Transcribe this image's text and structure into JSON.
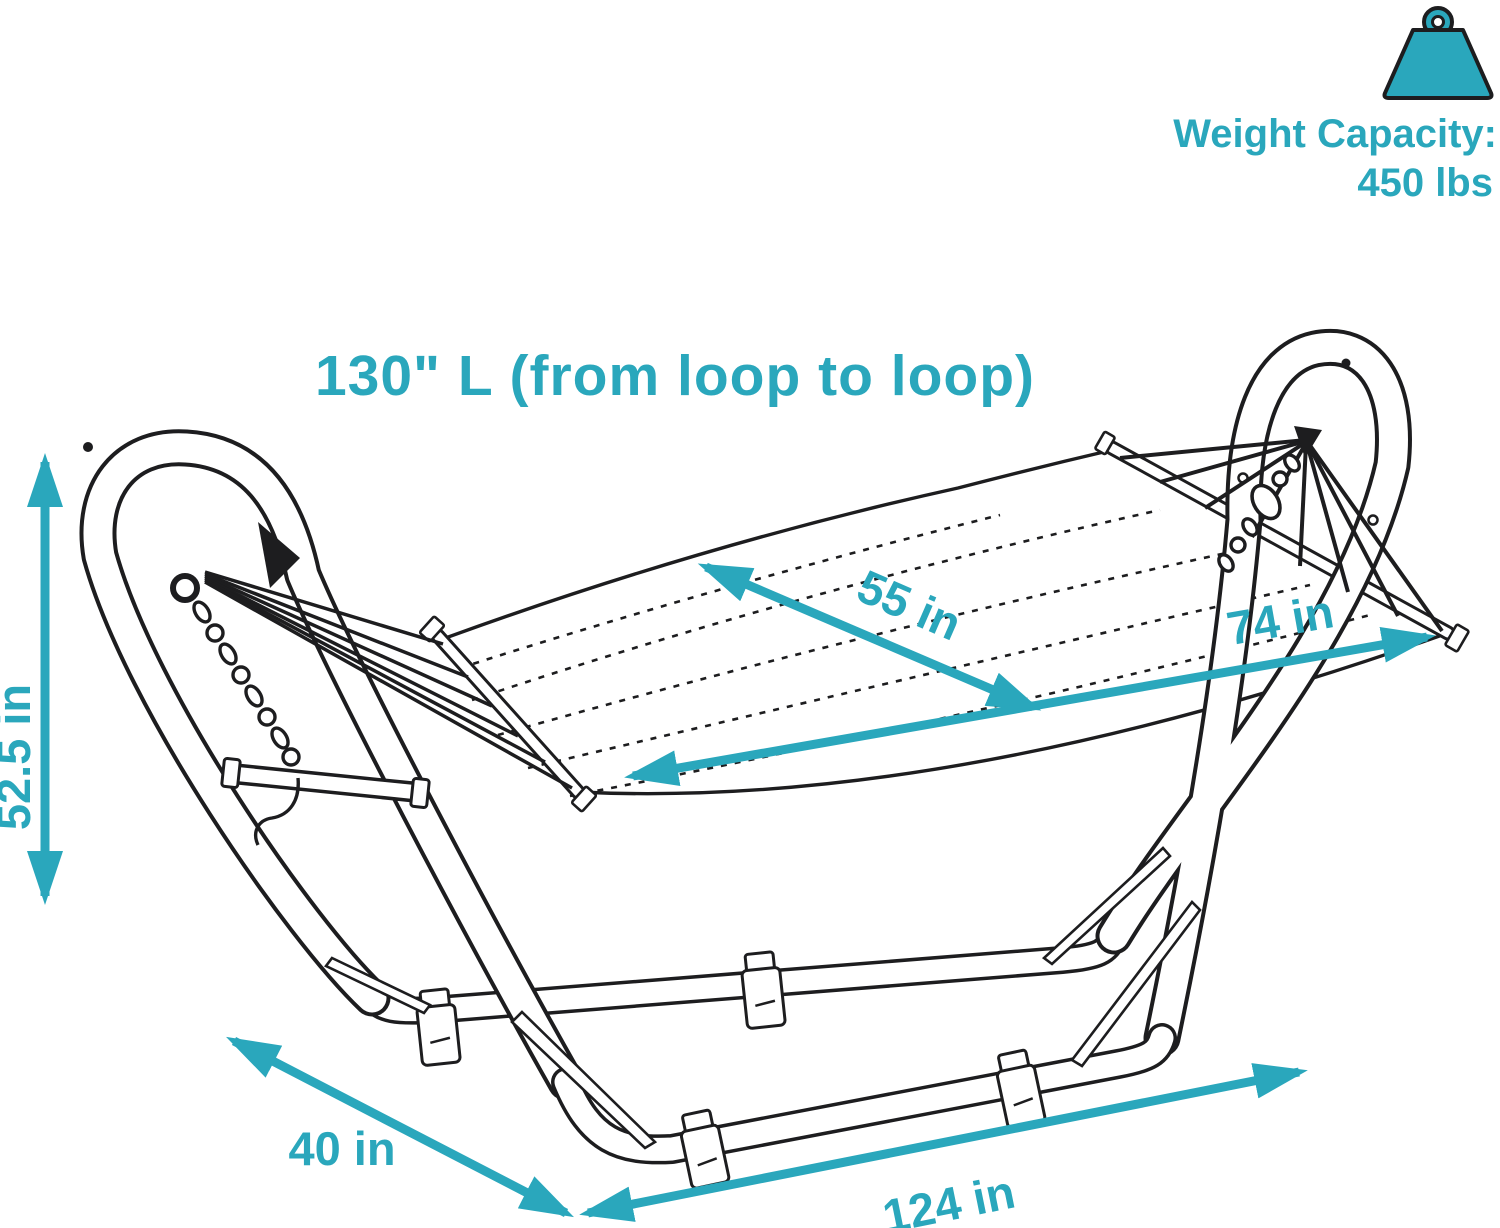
{
  "diagram": {
    "title": "130\" L (from loop to loop)",
    "weight_capacity": {
      "label": "Weight Capacity:",
      "value": "450 lbs",
      "icon": "weight-icon"
    },
    "measurements": {
      "stand_height": "52.5 in",
      "bed_width": "55 in",
      "bed_length": "74 in",
      "base_width": "40 in",
      "base_length": "124 in"
    },
    "colors": {
      "accent": "#2AA7BC",
      "ink": "#1D1D1F",
      "background": "#FFFFFF"
    }
  }
}
